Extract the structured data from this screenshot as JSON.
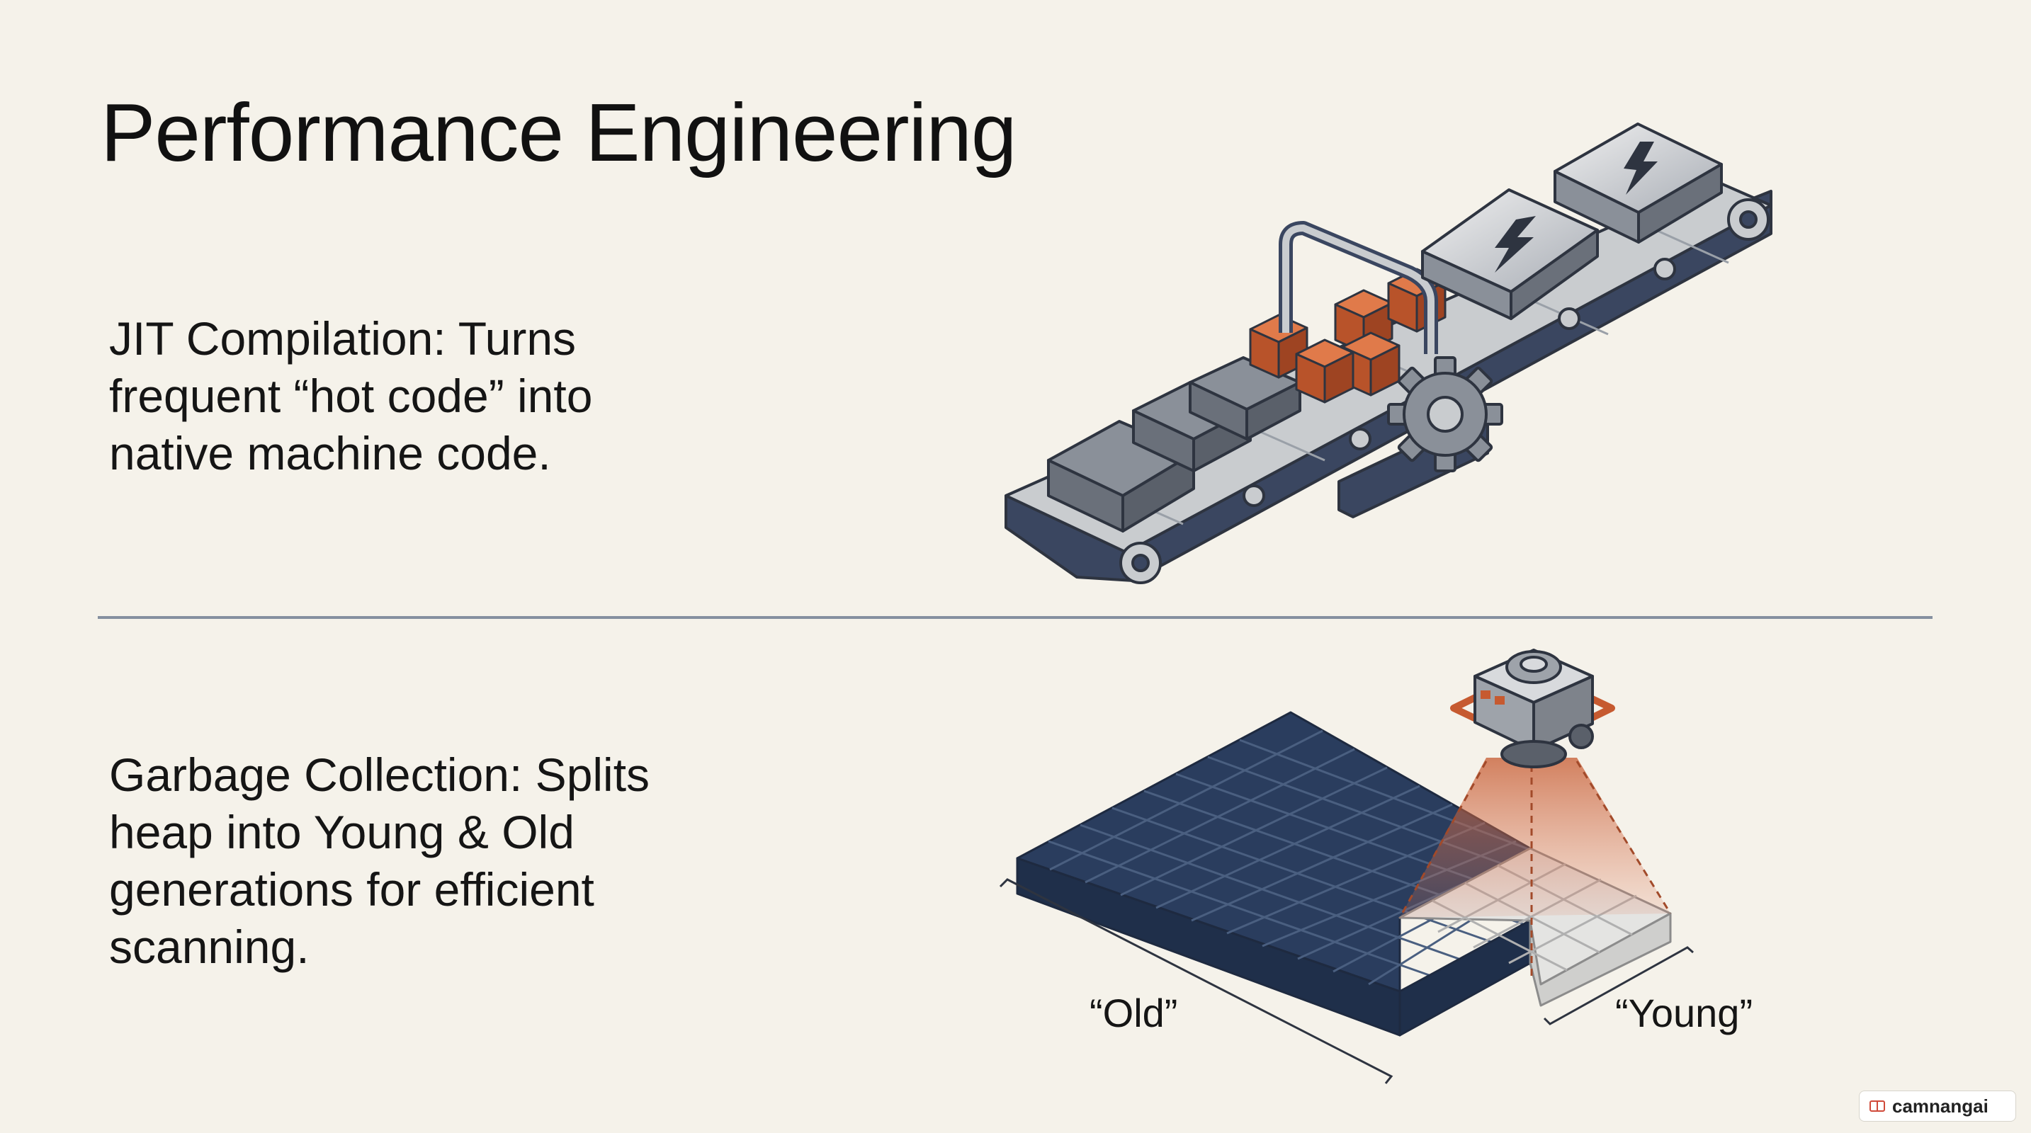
{
  "title": "Performance Engineering",
  "jit": {
    "lines": [
      "JIT Compilation: Turns",
      "frequent “hot code” into",
      "native machine code."
    ]
  },
  "gc": {
    "lines": [
      "Garbage Collection: Splits",
      "heap into Young & Old",
      "generations for efficient",
      "scanning."
    ],
    "old_label": "“Old”",
    "young_label": "“Young”"
  },
  "colors": {
    "background": "#f5f2ea",
    "hot_code": "#c65a30",
    "old_generation": "#2a3d5e",
    "young_generation": "#d9d9d9",
    "divider": "#8590a0"
  },
  "icons": [
    "conveyor-belt-icon",
    "gear-icon",
    "lightning-bolt-icon",
    "scanner-camera-icon"
  ],
  "watermark": "camnangai"
}
